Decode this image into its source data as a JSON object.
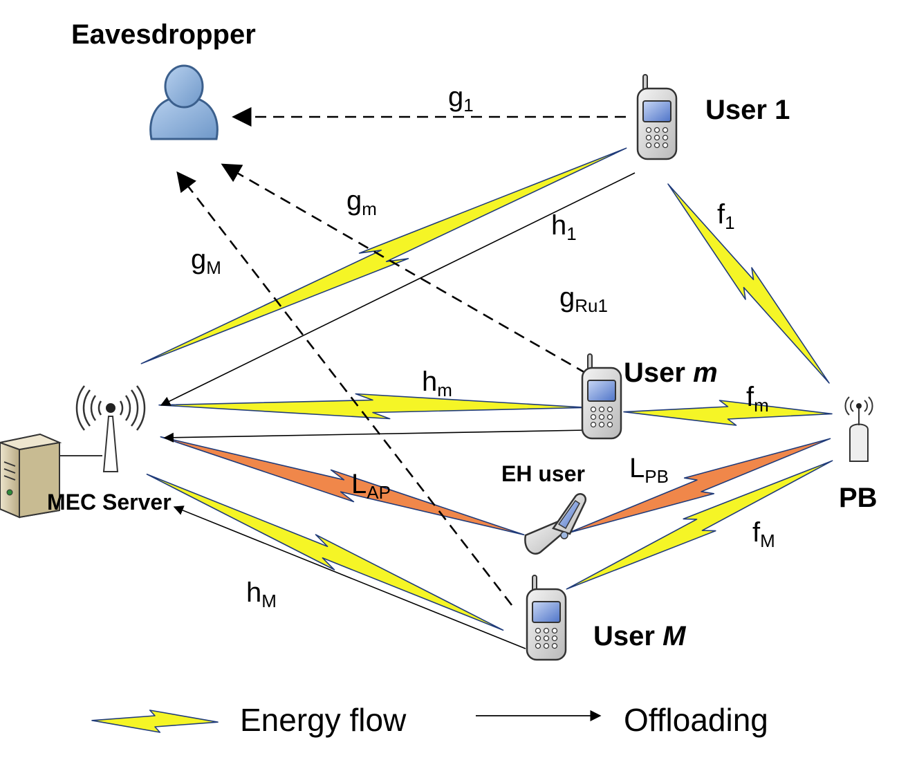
{
  "nodes": {
    "eavesdropper": "Eavesdropper",
    "user1_prefix": "User ",
    "user1_index": "1",
    "userm_prefix": "User ",
    "userm_index": "m",
    "userM_prefix": "User ",
    "userM_index": "M",
    "eh_user": "EH user",
    "mec_server": "MEC Server",
    "pb": "PB"
  },
  "channels": {
    "g1": {
      "base": "g",
      "sub": "1"
    },
    "gm": {
      "base": "g",
      "sub": "m"
    },
    "gM": {
      "base": "g",
      "sub": "M"
    },
    "gRu1": {
      "base": "g",
      "sub": "Ru1"
    },
    "h1": {
      "base": "h",
      "sub": "1"
    },
    "hm": {
      "base": "h",
      "sub": "m"
    },
    "hM": {
      "base": "h",
      "sub": "M"
    },
    "f1": {
      "base": "f",
      "sub": "1"
    },
    "fm": {
      "base": "f",
      "sub": "m"
    },
    "fM": {
      "base": "f",
      "sub": "M"
    },
    "LAP": {
      "base": "L",
      "sub": "AP"
    },
    "LPB": {
      "base": "L",
      "sub": "PB"
    }
  },
  "legend": {
    "energy_flow": "Energy flow",
    "offloading": "Offloading"
  },
  "colors": {
    "bolt_yellow": "#f5f526",
    "bolt_orange": "#f0874a",
    "bolt_edge": "#1f3b7a",
    "person_fill": "#8fb4dd",
    "person_stroke": "#3b5f8c",
    "phone_fill": "#dcdcdc",
    "screen_fill": "#6b8fd6"
  },
  "icons": {
    "eavesdropper": "person-icon",
    "user_device": "mobile-phone-icon",
    "eh_device": "flip-phone-icon",
    "access_point": "antenna-icon",
    "server": "server-icon",
    "power_beacon": "power-beacon-icon"
  }
}
